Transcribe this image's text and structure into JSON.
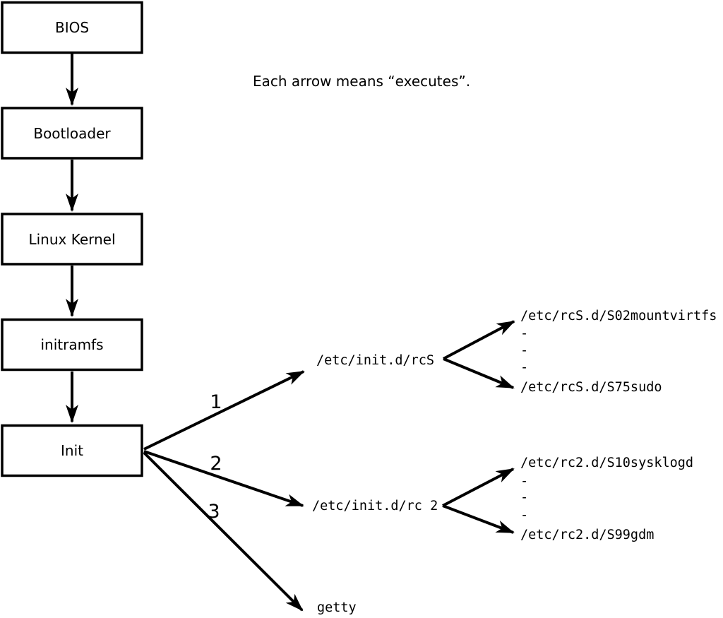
{
  "canvas": {
    "background": "#ffffff",
    "line_color": "#000000",
    "box_fill": "#ffffff"
  },
  "note": "Each arrow means “executes”.",
  "chain": [
    {
      "label": "BIOS"
    },
    {
      "label": "Bootloader"
    },
    {
      "label": "Linux Kernel"
    },
    {
      "label": "initramfs"
    },
    {
      "label": "Init"
    }
  ],
  "branches": [
    {
      "order": "1",
      "command": "/etc/init.d/rcS",
      "scripts": [
        "/etc/rcS.d/S02mountvirtfs",
        "-",
        "-",
        "-",
        "/etc/rcS.d/S75sudo"
      ]
    },
    {
      "order": "2",
      "command": "/etc/init.d/rc 2",
      "scripts": [
        "/etc/rc2.d/S10sysklogd",
        "-",
        "-",
        "-",
        "/etc/rc2.d/S99gdm"
      ]
    },
    {
      "order": "3",
      "command": "getty",
      "scripts": []
    }
  ]
}
